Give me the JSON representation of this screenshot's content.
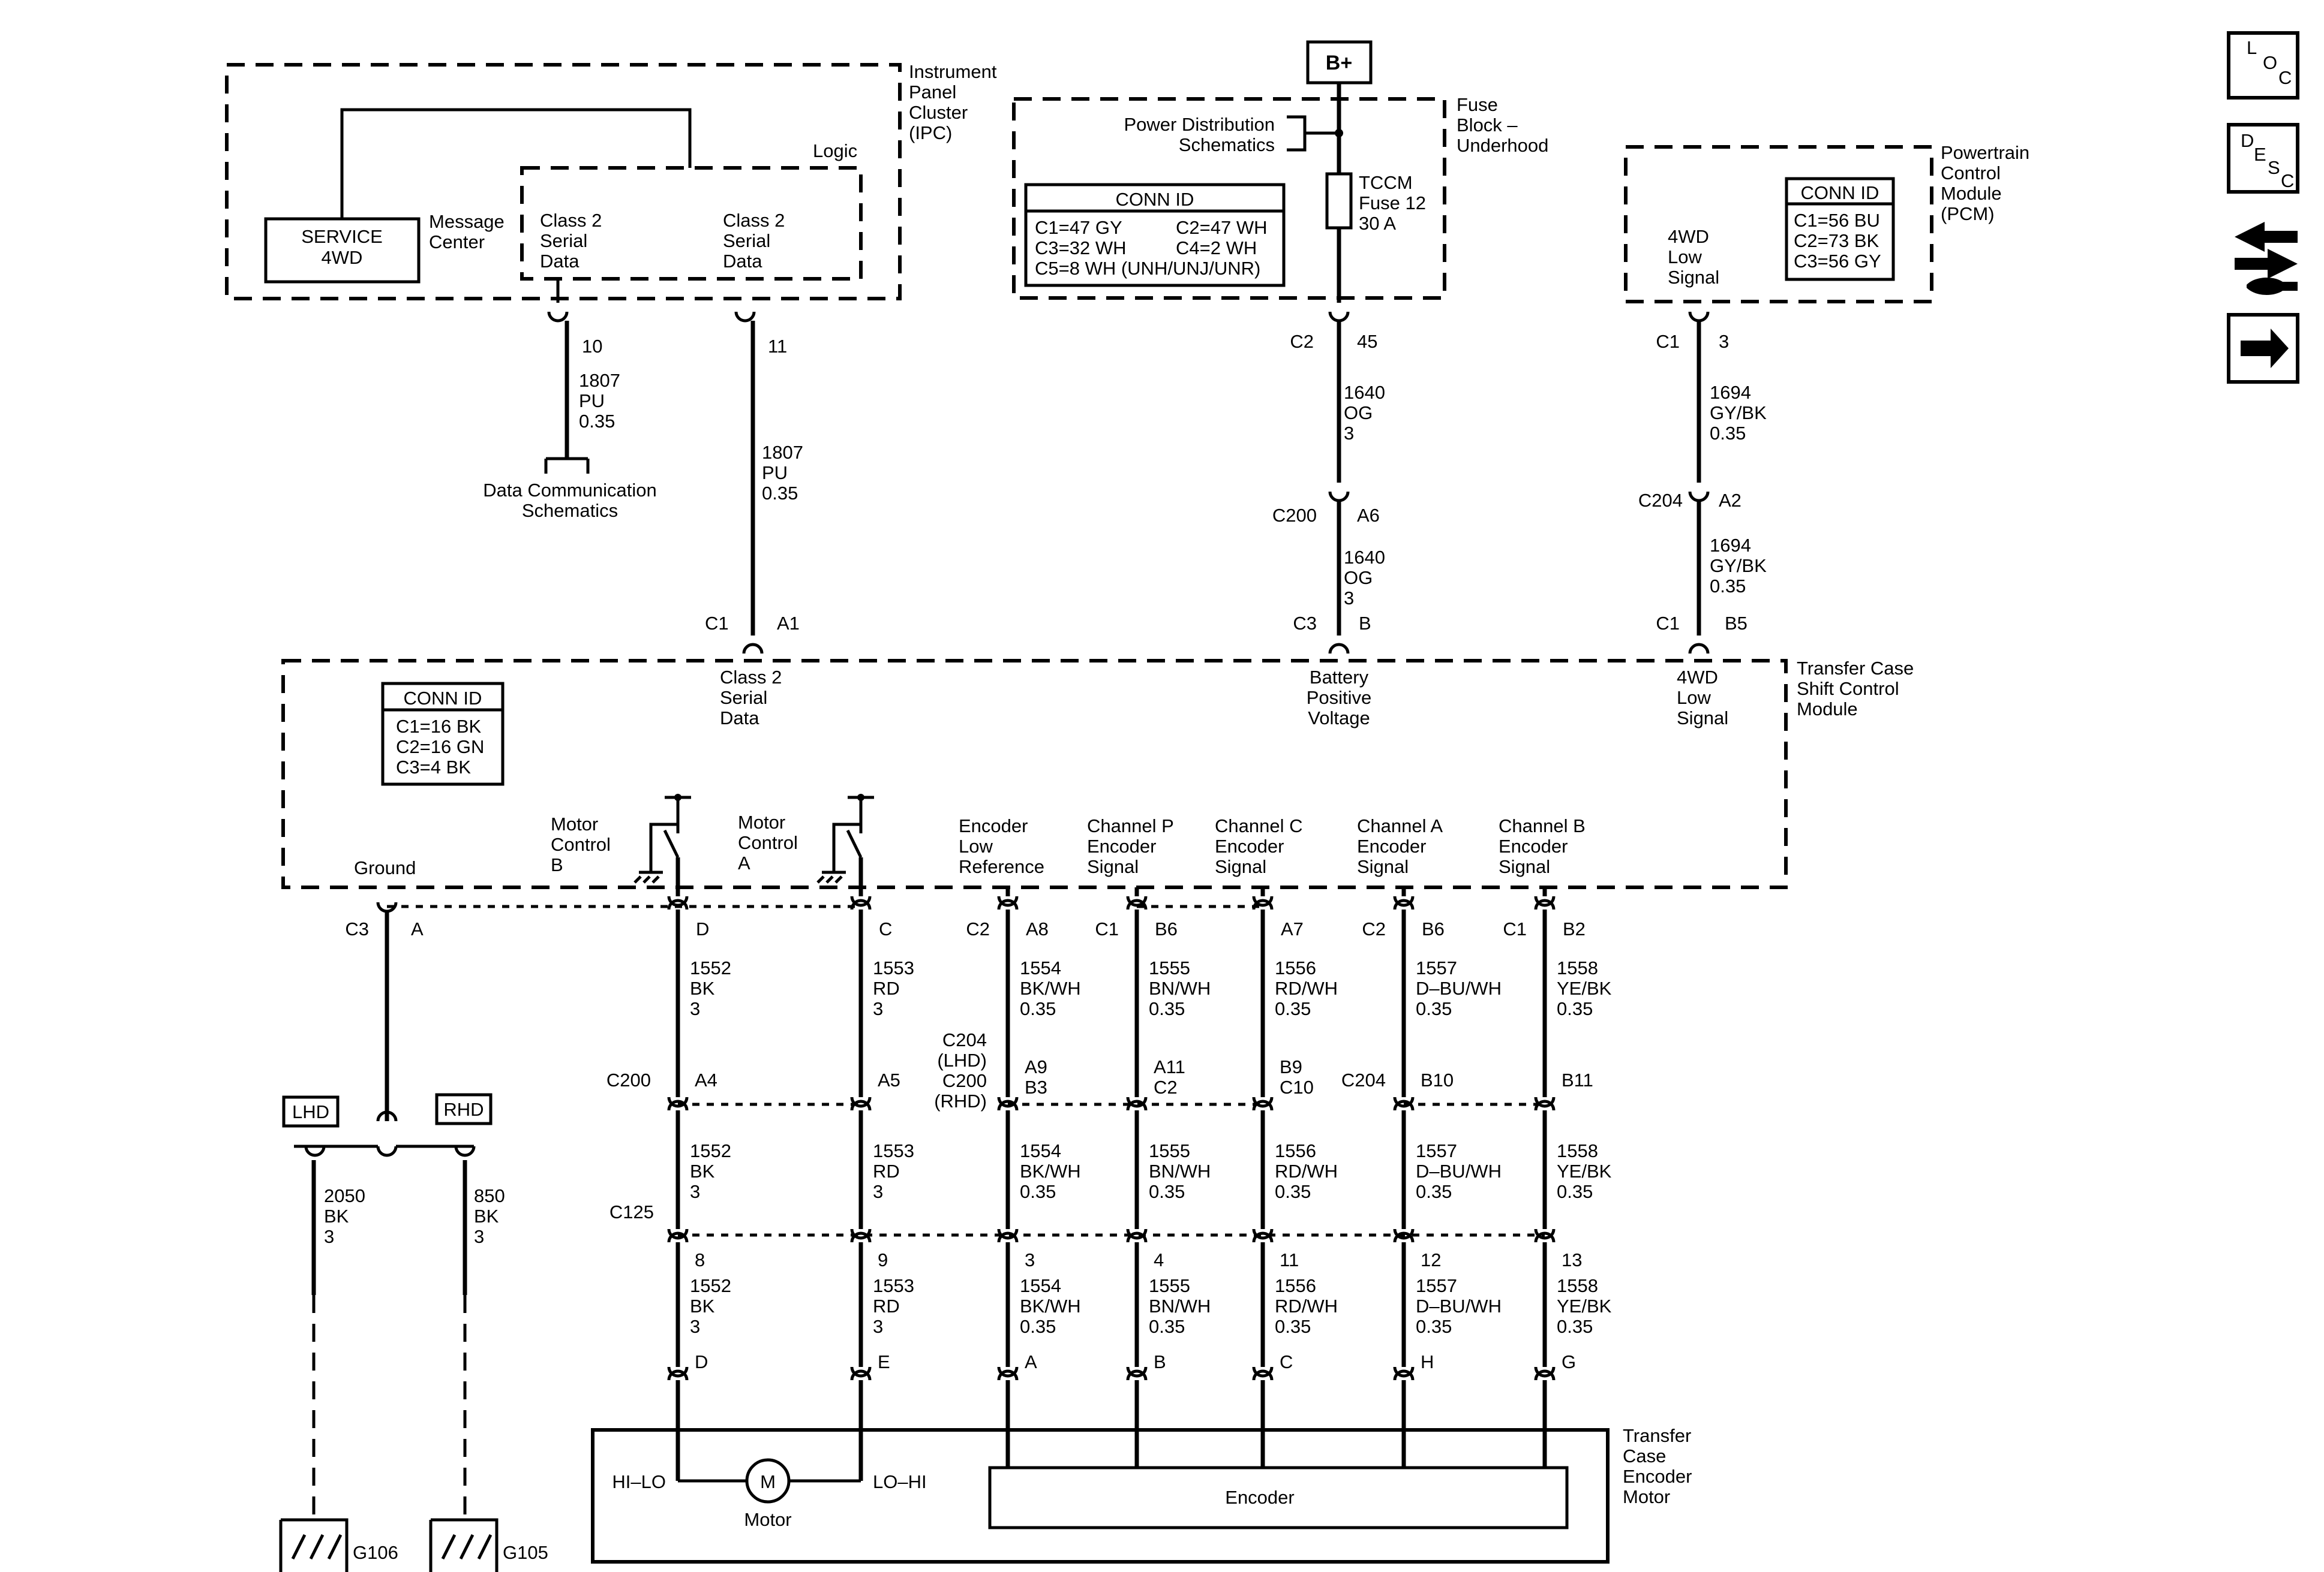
{
  "ipc": {
    "label_lines": [
      "Instrument",
      "Panel",
      "Cluster",
      "(IPC)"
    ],
    "logic": "Logic",
    "service_lines": [
      "SERVICE",
      "4WD"
    ],
    "message_center_lines": [
      "Message",
      "Center"
    ],
    "class2_left_lines": [
      "Class 2",
      "Serial",
      "Data"
    ],
    "class2_right_lines": [
      "Class 2",
      "Serial",
      "Data"
    ],
    "pin_left": "10",
    "pin_right": "11"
  },
  "wire_dlc": {
    "lines": [
      "1807",
      "PU",
      "0.35"
    ],
    "dest_lines": [
      "Data Communication",
      "Schematics"
    ]
  },
  "wire_class2": {
    "lines": [
      "1807",
      "PU",
      "0.35"
    ],
    "conn": "C1",
    "pin": "A1"
  },
  "power": {
    "b_plus": "B+",
    "fuse_block_lines": [
      "Fuse",
      "Block –",
      "Underhood"
    ],
    "pds_lines": [
      "Power Distribution",
      "Schematics"
    ],
    "fuse_lines": [
      "TCCM",
      "Fuse 12",
      "30 A"
    ],
    "conn_id": {
      "title": "CONN ID",
      "rows": [
        [
          "C1=47 GY",
          "C2=47 WH"
        ],
        [
          "C3=32 WH",
          "C4=2 WH"
        ],
        [
          "C5=8 WH (UNH/UNJ/UNR)",
          ""
        ]
      ]
    },
    "c2_label": "C2",
    "c2_pin": "45",
    "wire1_lines": [
      "1640",
      "OG",
      "3"
    ],
    "c200_label": "C200",
    "c200_pin": "A6",
    "wire2_lines": [
      "1640",
      "OG",
      "3"
    ],
    "c3_label": "C3",
    "c3_pin": "B"
  },
  "pcm": {
    "label_lines": [
      "Powertrain",
      "Control",
      "Module",
      "(PCM)"
    ],
    "signal_lines": [
      "4WD",
      "Low",
      "Signal"
    ],
    "conn_id": {
      "title": "CONN ID",
      "rows": [
        "C1=56 BU",
        "C2=73 BK",
        "C3=56 GY"
      ]
    },
    "c1_label": "C1",
    "c1_pin": "3",
    "wire1_lines": [
      "1694",
      "GY/BK",
      "0.35"
    ],
    "c204_label": "C204",
    "c204_pin": "A2",
    "wire2_lines": [
      "1694",
      "GY/BK",
      "0.35"
    ],
    "tc_conn": "C1",
    "tc_pin": "B5"
  },
  "tcscm": {
    "label_lines": [
      "Transfer Case",
      "Shift Control",
      "Module"
    ],
    "conn_id": {
      "title": "CONN ID",
      "rows": [
        "C1=16 BK",
        "C2=16 GN",
        "C3=4 BK"
      ]
    },
    "class2_lines": [
      "Class 2",
      "Serial",
      "Data"
    ],
    "battery_lines": [
      "Battery",
      "Positive",
      "Voltage"
    ],
    "low_signal_lines": [
      "4WD",
      "Low",
      "Signal"
    ],
    "ground": "Ground",
    "motor_b_lines": [
      "Motor",
      "Control",
      "B"
    ],
    "motor_a_lines": [
      "Motor",
      "Control",
      "A"
    ],
    "enc_low_lines": [
      "Encoder",
      "Low",
      "Reference"
    ],
    "ch_p_lines": [
      "Channel P",
      "Encoder",
      "Signal"
    ],
    "ch_c_lines": [
      "Channel C",
      "Encoder",
      "Signal"
    ],
    "ch_a_lines": [
      "Channel A",
      "Encoder",
      "Signal"
    ],
    "ch_b_lines": [
      "Channel B",
      "Encoder",
      "Signal"
    ]
  },
  "bottom": {
    "ground_conn": "C3",
    "ground_pin": "A",
    "circuits": [
      {
        "conn": "",
        "pin": "D",
        "wire": [
          "1552",
          "BK",
          "3"
        ],
        "p2": "A4",
        "p3": "8",
        "p4": "D"
      },
      {
        "conn": "",
        "pin": "C",
        "wire": [
          "1553",
          "RD",
          "3"
        ],
        "p2": "A5",
        "p3": "9",
        "p4": "E"
      },
      {
        "conn": "C2",
        "pin": "A8",
        "wire": [
          "1554",
          "BK/WH",
          "0.35"
        ],
        "p2": [
          "A9",
          "B3"
        ],
        "p3": "3",
        "p4": "A"
      },
      {
        "conn": "C1",
        "pin": "B6",
        "wire": [
          "1555",
          "BN/WH",
          "0.35"
        ],
        "p2": [
          "A11",
          "C2"
        ],
        "p3": "4",
        "p4": "B"
      },
      {
        "conn": "",
        "pin": "A7",
        "wire": [
          "1556",
          "RD/WH",
          "0.35"
        ],
        "p2": [
          "B9",
          "C10"
        ],
        "p3": "11",
        "p4": "C"
      },
      {
        "conn": "C2",
        "pin": "B6",
        "wire": [
          "1557",
          "D–BU/WH",
          "0.35"
        ],
        "p2": "B10",
        "p3": "12",
        "p4": "H"
      },
      {
        "conn": "C1",
        "pin": "B2",
        "wire": [
          "1558",
          "YE/BK",
          "0.35"
        ],
        "p2": "B11",
        "p3": "13",
        "p4": "G"
      }
    ],
    "c200_label": "C200",
    "c204_lines": [
      "C204",
      "(LHD)",
      "C200",
      "(RHD)"
    ],
    "c204_right": "C204",
    "c125_label": "C125",
    "lhd": "LHD",
    "rhd": "RHD",
    "ground_wire_lhd": [
      "2050",
      "BK",
      "3"
    ],
    "ground_wire_rhd": [
      "850",
      "BK",
      "3"
    ],
    "g106": "G106",
    "g105": "G105"
  },
  "motor_box": {
    "label_lines": [
      "Transfer",
      "Case",
      "Encoder",
      "Motor"
    ],
    "hi_lo": "HI–LO",
    "lo_hi": "LO–HI",
    "m": "M",
    "motor": "Motor",
    "encoder": "Encoder"
  },
  "nav": {
    "loc_icon": "loc-icon",
    "desc_icon": "desc-icon",
    "loc_letters": [
      "L",
      "O",
      "C"
    ],
    "desc_letters": [
      "D",
      "E",
      "S",
      "C"
    ]
  }
}
